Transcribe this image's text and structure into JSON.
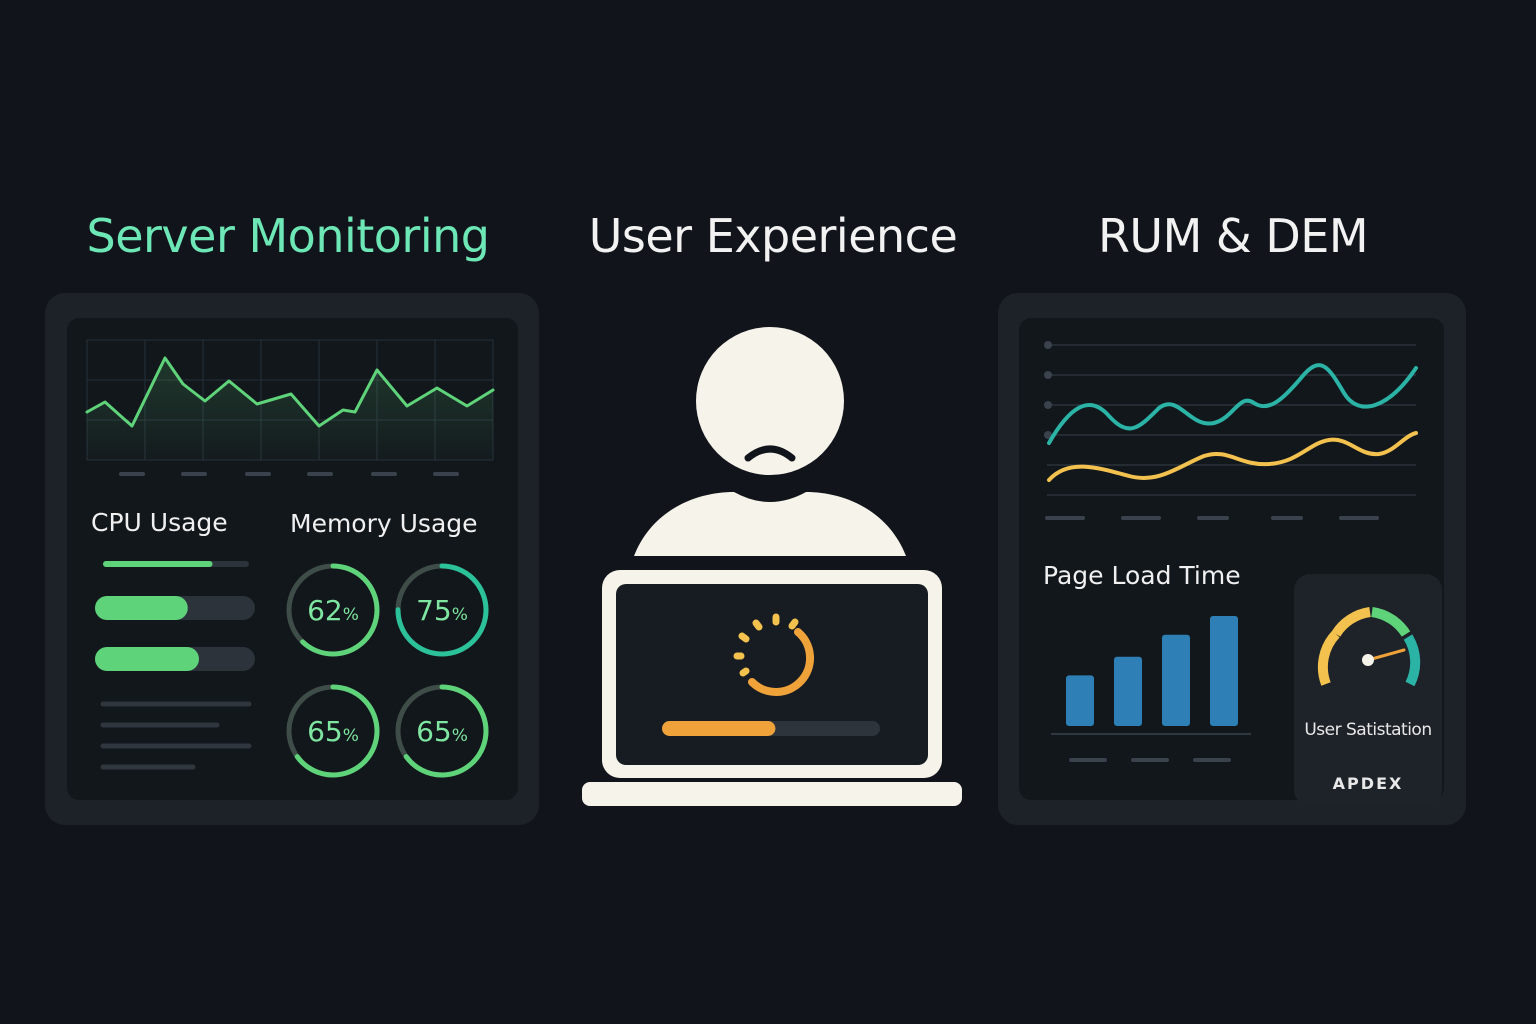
{
  "headings": {
    "server": "Server Monitoring",
    "ux": "User Experience",
    "rum": "RUM & DEM"
  },
  "server_panel": {
    "cpu_label": "CPU Usage",
    "memory_label": "Memory Usage",
    "cpu_bars": [
      0.75,
      0.58,
      0.65
    ],
    "memory_rings": [
      {
        "value": "62",
        "unit": "%",
        "fraction": 0.62
      },
      {
        "value": "75",
        "unit": "%",
        "fraction": 0.75
      },
      {
        "value": "65",
        "unit": "%",
        "fraction": 0.65
      },
      {
        "value": "65",
        "unit": "%",
        "fraction": 0.65
      }
    ]
  },
  "ux_panel": {
    "loading_progress": 0.52
  },
  "rum_panel": {
    "page_load_label": "Page Load Time",
    "satisfaction_label": "User Satistation",
    "apdex_label": "APDEX",
    "page_load_bars": [
      0.46,
      0.63,
      0.83,
      1.0
    ]
  },
  "colors": {
    "green": "#5fd37a",
    "mint": "#6ee7b7",
    "teal": "#2bb3a6",
    "yellow": "#f2c14e",
    "orange": "#f0a23a",
    "blue": "#2e7fb5",
    "cream": "#f6f3ea",
    "background": "#11151b"
  },
  "icons": [
    "sad-user-icon",
    "laptop-icon",
    "loading-spinner-icon",
    "speedometer-gauge-icon"
  ]
}
